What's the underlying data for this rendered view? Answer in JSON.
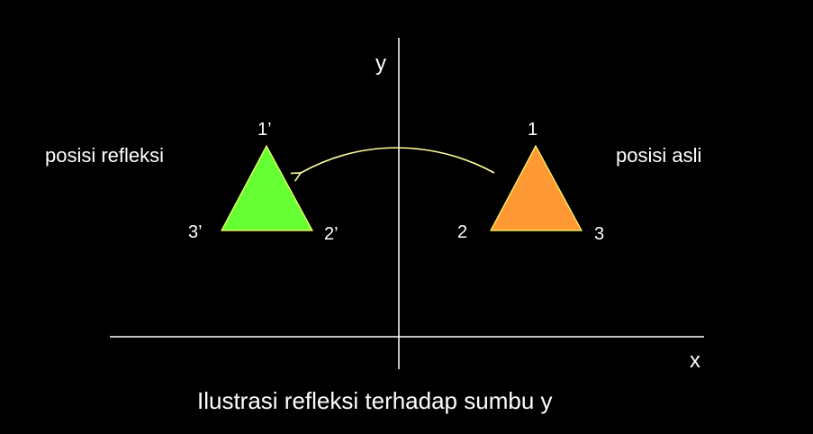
{
  "axes": {
    "x_label": "x",
    "y_label": "y"
  },
  "original": {
    "label": "posisi asli",
    "vertex_labels": [
      "1",
      "2",
      "3"
    ],
    "color": "#ff9933"
  },
  "reflection": {
    "label": "posisi refleksi",
    "vertex_labels": [
      "1’",
      "2’",
      "3’"
    ],
    "color": "#66ff33"
  },
  "arrow_color": "#ffff99",
  "caption": "Ilustrasi refleksi terhadap sumbu y"
}
